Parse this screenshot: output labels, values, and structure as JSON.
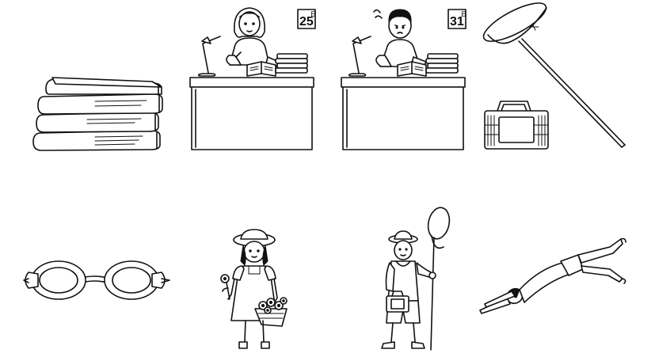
{
  "calendar_girl": {
    "day": "25",
    "mark": "日"
  },
  "calendar_boy": {
    "day": "31",
    "mark": "日"
  },
  "icons": [
    "books-stack-icon",
    "girl-studying-icon",
    "boy-studying-icon",
    "net-and-insect-cage-icon",
    "swimming-goggles-icon",
    "girl-with-flowers-icon",
    "boy-with-net-icon",
    "diving-swimmer-icon"
  ]
}
